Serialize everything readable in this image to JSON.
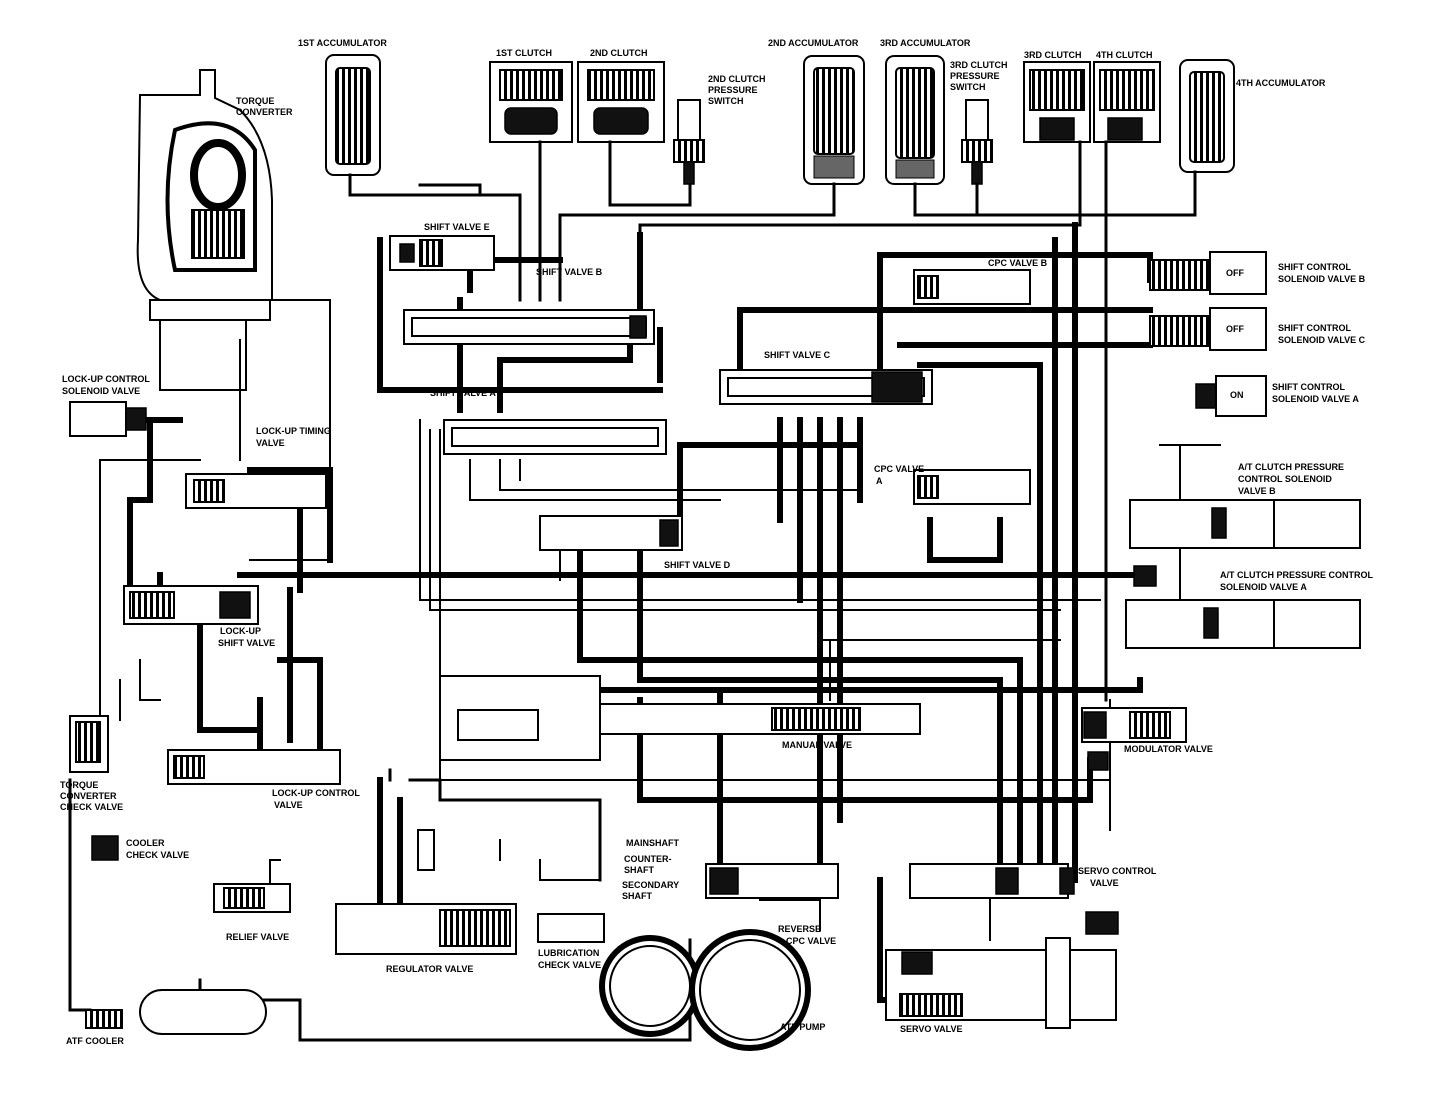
{
  "labels": {
    "acc1": "1ST ACCUMULATOR",
    "clutch1": "1ST CLUTCH",
    "clutch2": "2ND CLUTCH",
    "clutch2_sw": [
      "2ND CLUTCH",
      "PRESSURE",
      "SWITCH"
    ],
    "acc2": "2ND ACCUMULATOR",
    "acc3": "3RD ACCUMULATOR",
    "clutch3_sw": [
      "3RD CLUTCH",
      "PRESSURE",
      "SWITCH"
    ],
    "clutch3": "3RD CLUTCH",
    "clutch4": "4TH CLUTCH",
    "acc4": "4TH ACCUMULATOR",
    "torque_conv": [
      "TORQUE",
      "CONVERTER"
    ],
    "shift_e": "SHIFT VALVE E",
    "shift_b": "SHIFT VALVE B",
    "cpc_b": "CPC VALVE B",
    "shift_c": "SHIFT VALVE C",
    "shift_a": "SHIFT VALVE A",
    "scsv_b": [
      "SHIFT CONTROL",
      "SOLENOID VALVE B"
    ],
    "scsv_c": [
      "SHIFT CONTROL",
      "SOLENOID VALVE C"
    ],
    "scsv_a": [
      "SHIFT CONTROL",
      "SOLENOID VALVE A"
    ],
    "off": "OFF",
    "on": "ON",
    "lockup_sol": [
      "LOCK-UP CONTROL",
      "SOLENOID VALVE"
    ],
    "lockup_timing": [
      "LOCK-UP TIMING",
      "VALVE"
    ],
    "cpc_a": [
      "CPC VALVE",
      "A"
    ],
    "atcpcsv_b": [
      "A/T CLUTCH PRESSURE",
      "CONTROL SOLENOID",
      "VALVE B"
    ],
    "atcpcsv_a": [
      "A/T CLUTCH PRESSURE CONTROL",
      "SOLENOID VALVE A"
    ],
    "shift_d": "SHIFT VALVE D",
    "lockup_shift": [
      "LOCK-UP",
      "SHIFT VALVE"
    ],
    "manual": "MANUAL VALVE",
    "modulator": "MODULATOR VALVE",
    "tc_check": [
      "TORQUE",
      "CONVERTER",
      "CHECK VALVE"
    ],
    "lockup_ctrl": [
      "LOCK-UP CONTROL",
      "VALVE"
    ],
    "cooler_check": [
      "COOLER",
      "CHECK VALVE"
    ],
    "mainshaft": "MAINSHAFT",
    "countershaft": [
      "COUNTER-",
      "SHAFT"
    ],
    "secondary": [
      "SECONDARY",
      "SHAFT"
    ],
    "servo_ctrl": [
      "SERVO CONTROL",
      "VALVE"
    ],
    "relief": "RELIEF VALVE",
    "regulator": "REGULATOR VALVE",
    "lube_check": [
      "LUBRICATION",
      "CHECK VALVE"
    ],
    "reverse_cpc": [
      "REVERSE",
      "CPC VALVE"
    ],
    "atf_cooler": "ATF COOLER",
    "atf_pump": "ATF PUMP",
    "servo": "SERVO VALVE"
  }
}
